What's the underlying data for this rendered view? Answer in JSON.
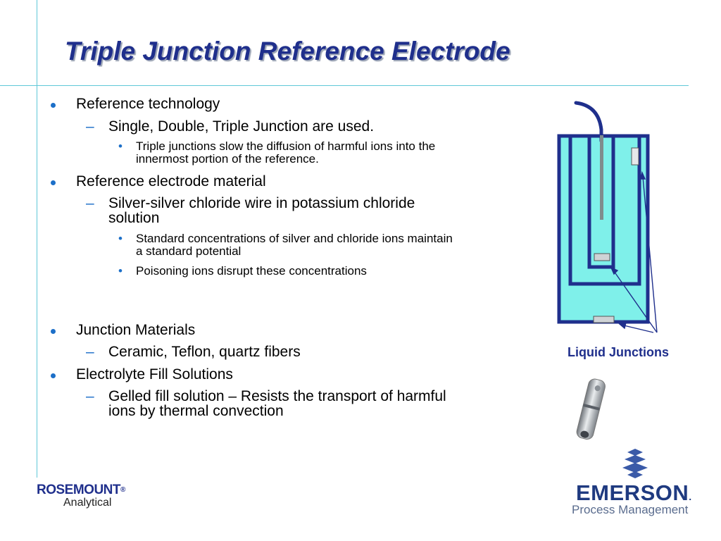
{
  "title": "Triple Junction Reference Electrode",
  "sections": [
    {
      "heading": "Reference technology",
      "sub": "Single, Double, Triple Junction are used.",
      "details": [
        "Triple junctions slow the diffusion of harmful ions into the innermost portion of the reference."
      ]
    },
    {
      "heading": "Reference electrode material",
      "sub": "Silver-silver chloride wire in potassium chloride solution",
      "details": [
        "Standard concentrations of silver and chloride ions maintain a standard potential",
        "Poisoning ions disrupt these concentrations"
      ]
    },
    {
      "heading": "Junction Materials",
      "sub": "Ceramic, Teflon, quartz fibers"
    },
    {
      "heading": "Electrolyte Fill Solutions",
      "sub": "Gelled fill solution – Resists the transport of harmful ions by thermal convection"
    }
  ],
  "diagram": {
    "label": "Liquid Junctions",
    "colors": {
      "fill": "#7ff0ea",
      "wall": "#1f2f8c",
      "wire": "#7f8c8d",
      "junction": "#cfd3d6"
    }
  },
  "logos": {
    "rosemount": {
      "name": "ROSEMOUNT",
      "trademark": "®",
      "sub": "Analytical"
    },
    "emerson": {
      "name": "EMERSON",
      "trademark": ".",
      "sub": "Process Management"
    }
  },
  "colors": {
    "accent_line": "#5fc8d8",
    "title": "#1f2f8c",
    "bullet": "#1c6fc8"
  }
}
